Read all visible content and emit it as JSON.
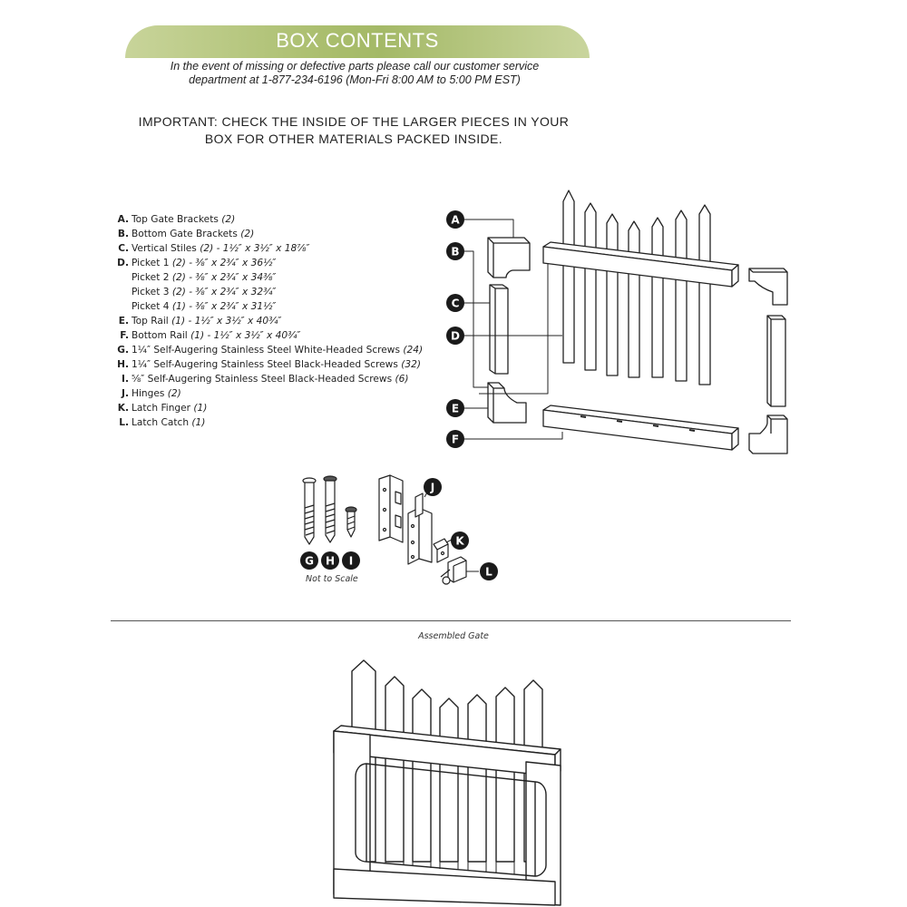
{
  "header": {
    "title": "BOX CONTENTS",
    "support_line1": "In the event of missing or defective parts please call our customer service",
    "support_line2": "department at 1-877-234-6196 (Mon-Fri 8:00 AM to 5:00 PM EST)"
  },
  "important": {
    "line1": "IMPORTANT:  CHECK THE INSIDE OF THE LARGER PIECES IN YOUR",
    "line2": "BOX FOR OTHER MATERIALS PACKED INSIDE."
  },
  "parts": [
    {
      "letter": "A.",
      "name": "Top Gate Brackets",
      "qty": "(2)"
    },
    {
      "letter": "B.",
      "name": "Bottom Gate Brackets",
      "qty": "(2)"
    },
    {
      "letter": "C.",
      "name": "Vertical Stiles",
      "qty": "(2) - 1½″ x 3½″ x 18⅞″"
    },
    {
      "letter": "D.",
      "name": "Picket 1",
      "qty": "(2) - ⅜″ x 2¾″ x 36½″"
    },
    {
      "letter": "",
      "name": "Picket 2",
      "qty": "(2) - ⅜″ x 2¾″ x 34⅜″"
    },
    {
      "letter": "",
      "name": "Picket 3",
      "qty": "(2) - ⅜″ x 2¾″ x 32¾″"
    },
    {
      "letter": "",
      "name": "Picket 4",
      "qty": "(1) - ⅜″ x 2¾″ x 31½″"
    },
    {
      "letter": "E.",
      "name": "Top Rail",
      "qty": "(1) - 1½″ x 3½″ x 40¾″"
    },
    {
      "letter": "F.",
      "name": "Bottom Rail",
      "qty": "(1) - 1½″ x 3½″ x 40¾″"
    },
    {
      "letter": "G.",
      "name": "1¼″ Self-Augering Stainless Steel White-Headed Screws",
      "qty": "(24)"
    },
    {
      "letter": "H.",
      "name": "1¼″ Self-Augering Stainless Steel Black-Headed Screws",
      "qty": "(32)"
    },
    {
      "letter": "I.",
      "name": "⅝″ Self-Augering Stainless Steel Black-Headed Screws",
      "qty": "(6)"
    },
    {
      "letter": "J.",
      "name": "Hinges",
      "qty": "(2)"
    },
    {
      "letter": "K.",
      "name": "Latch Finger",
      "qty": "(1)"
    },
    {
      "letter": "L.",
      "name": "Latch Catch",
      "qty": "(1)"
    }
  ],
  "callouts": {
    "a": "A",
    "b": "B",
    "c": "C",
    "d": "D",
    "e": "E",
    "f": "F",
    "g": "G",
    "h": "H",
    "i": "I",
    "j": "J",
    "k": "K",
    "l": "L"
  },
  "hardware_caption": "Not to Scale",
  "assembled_caption": "Assembled Gate"
}
